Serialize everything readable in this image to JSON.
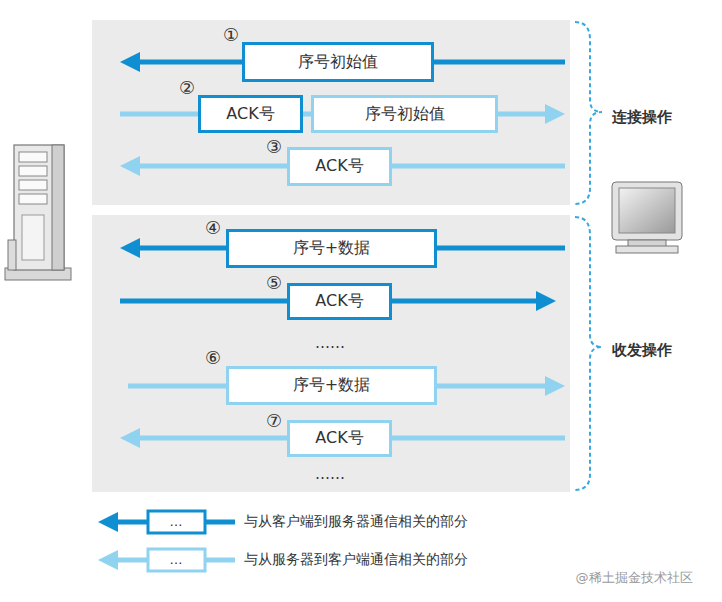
{
  "diagram": {
    "nodes": [
      {
        "text": [
          "序号初始值"
        ]
      },
      {
        "text": [
          "ACK号"
        ]
      },
      {
        "text": [
          "序号初始值"
        ]
      },
      {
        "text": [
          "ACK号"
        ]
      },
      {
        "text": [
          "序号+数据"
        ]
      },
      {
        "text": [
          "ACK号"
        ]
      },
      {
        "text": [
          "序号+数据"
        ]
      },
      {
        "text": [
          "ACK号"
        ]
      }
    ],
    "labels": [
      "①",
      "②",
      "③",
      "④",
      "⑤",
      "……",
      "⑥",
      "⑦",
      "……",
      "连接操作",
      "收发操作",
      "…",
      "…",
      "@稀土掘金技术社区"
    ],
    "legend": [
      {
        "text": "与从客户端到服务器通信相关的部分"
      },
      {
        "text": "与从服务器到客户端通信相关的部分"
      }
    ]
  }
}
